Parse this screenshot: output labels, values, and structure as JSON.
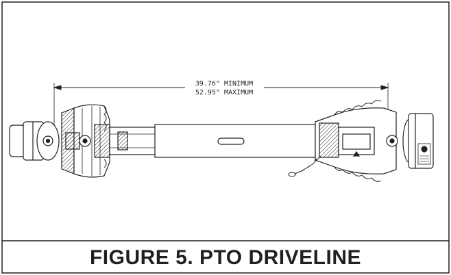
{
  "figure": {
    "caption": "FIGURE 5. PTO DRIVELINE",
    "dimension": {
      "minimum": "39.76\" MINIMUM",
      "maximum": "52.95\" MAXIMUM"
    },
    "icons": [
      "driveline-drawing-icon",
      "warning-label-icon"
    ],
    "colors": {
      "ink": "#231f20",
      "hatch": "#666666",
      "background": "#ffffff"
    }
  }
}
